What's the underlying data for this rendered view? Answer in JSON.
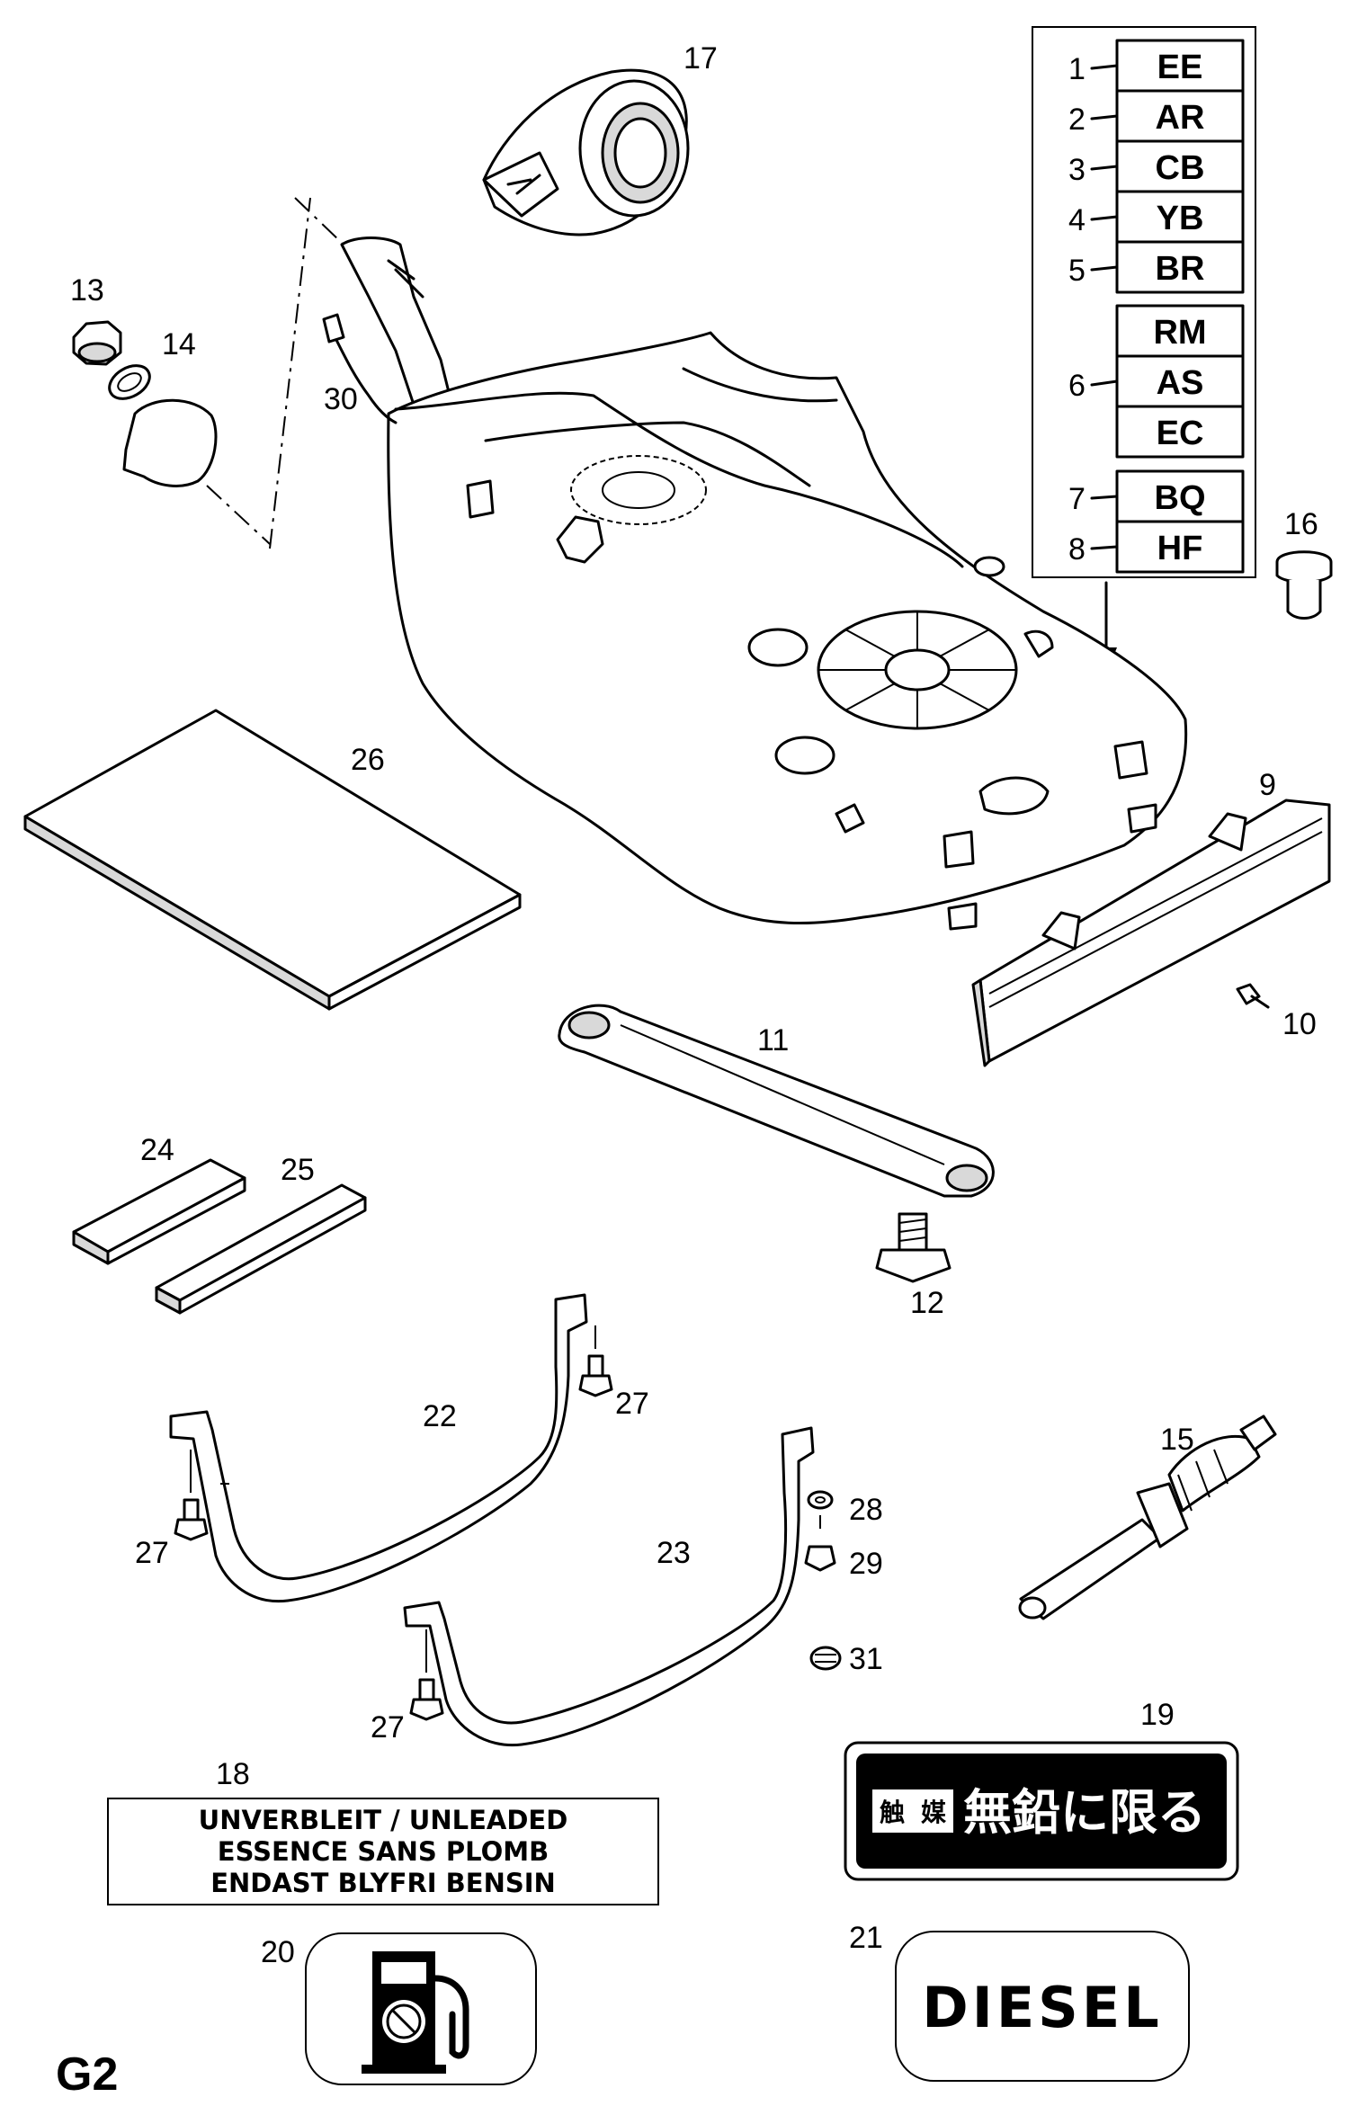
{
  "page_tag": "G2",
  "variant_codes": {
    "rows": [
      {
        "num": "1",
        "code": "EE"
      },
      {
        "num": "2",
        "code": "AR"
      },
      {
        "num": "3",
        "code": "CB"
      },
      {
        "num": "4",
        "code": "YB"
      },
      {
        "num": "5",
        "code": "BR"
      },
      {
        "num": "6",
        "codes": [
          "RM",
          "AS",
          "EC"
        ]
      },
      {
        "num": "7",
        "code": "BQ"
      },
      {
        "num": "8",
        "code": "HF"
      }
    ]
  },
  "callouts": {
    "p9": "9",
    "p10": "10",
    "p11": "11",
    "p12": "12",
    "p13": "13",
    "p14": "14",
    "p15": "15",
    "p16": "16",
    "p17": "17",
    "p18": "18",
    "p19": "19",
    "p20": "20",
    "p21": "21",
    "p22": "22",
    "p23": "23",
    "p24": "24",
    "p25": "25",
    "p26": "26",
    "p27a": "27",
    "p27b": "27",
    "p27c": "27",
    "p28": "28",
    "p29": "29",
    "p30": "30",
    "p31": "31"
  },
  "labels": {
    "unleaded_line1": "UNVERBLEIT / UNLEADED",
    "unleaded_line2": "ESSENCE SANS PLOMB",
    "unleaded_line3": "ENDAST BLYFRI BENSIN",
    "diesel": "DIESEL",
    "jp_small_1": "触",
    "jp_small_2": "媒",
    "jp_main": "無鉛に限る"
  },
  "icons": {
    "fuel_pump": "fuel-pump-no-leaded-icon"
  }
}
